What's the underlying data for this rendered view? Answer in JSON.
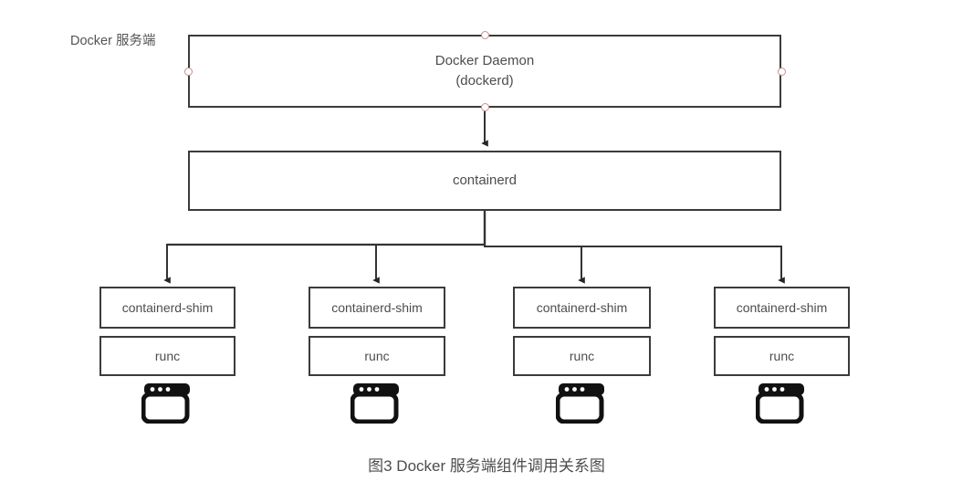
{
  "diagram": {
    "side_label": "Docker 服务端",
    "caption": "图3 Docker 服务端组件调用关系图",
    "colors": {
      "background": "#ffffff",
      "box_border": "#3b3b3b",
      "text": "#4d4d4d",
      "connector": "#333333",
      "anchor_dot_border": "#c98f8f",
      "icon": "#111111"
    },
    "nodes": {
      "daemon": {
        "title": "Docker Daemon",
        "subtitle": "(dockerd)"
      },
      "containerd": {
        "label": "containerd"
      },
      "columns": [
        {
          "shim": "containerd-shim",
          "runc": "runc",
          "icon": "container-window-icon"
        },
        {
          "shim": "containerd-shim",
          "runc": "runc",
          "icon": "container-window-icon"
        },
        {
          "shim": "containerd-shim",
          "runc": "runc",
          "icon": "container-window-icon"
        },
        {
          "shim": "containerd-shim",
          "runc": "runc",
          "icon": "container-window-icon"
        }
      ]
    },
    "anchors": [
      {
        "name": "daemon-anchor-left"
      },
      {
        "name": "daemon-anchor-right"
      },
      {
        "name": "daemon-anchor-top"
      },
      {
        "name": "daemon-anchor-bottom"
      }
    ],
    "edges": [
      {
        "from": "docker-daemon",
        "to": "containerd",
        "style": "arrow-down"
      },
      {
        "from": "containerd",
        "to": "containerd-shim-1",
        "style": "arrow-down"
      },
      {
        "from": "containerd",
        "to": "containerd-shim-2",
        "style": "arrow-down"
      },
      {
        "from": "containerd",
        "to": "containerd-shim-3",
        "style": "arrow-down"
      },
      {
        "from": "containerd",
        "to": "containerd-shim-4",
        "style": "arrow-down"
      }
    ]
  }
}
